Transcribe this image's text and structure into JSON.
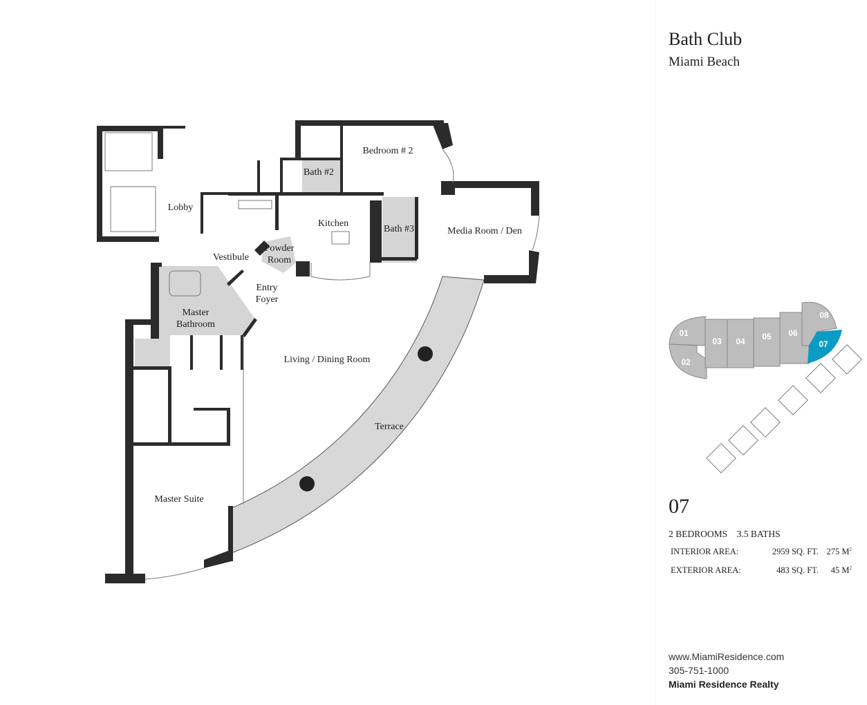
{
  "building": {
    "name": "Bath Club",
    "location": "Miami Beach"
  },
  "rooms": {
    "lobby": "Lobby",
    "bath2": "Bath #2",
    "bedroom2": "Bedroom # 2",
    "kitchen": "Kitchen",
    "bath3": "Bath #3",
    "media": "Media Room / Den",
    "vestibule": "Vestibule",
    "powder1": "Powder",
    "powder2": "Room",
    "entry1": "Entry",
    "entry2": "Foyer",
    "masterbath1": "Master",
    "masterbath2": "Bathroom",
    "living": "Living / Dining Room",
    "terrace": "Terrace",
    "mastersuite": "Master Suite"
  },
  "key_plan": {
    "units": [
      "01",
      "02",
      "03",
      "04",
      "05",
      "06",
      "08",
      "07"
    ],
    "highlighted_unit": "07",
    "highlight_color": "#0a9cc4",
    "unit_color": "#bdbdbd"
  },
  "unit": {
    "number": "07",
    "bedrooms": "2 BEDROOMS",
    "baths": "3.5 BATHS",
    "interior_label": "INTERIOR AREA:",
    "interior_sqft": "2959 SQ. FT.",
    "interior_m2": "275 M",
    "exterior_label": "EXTERIOR AREA:",
    "exterior_sqft": "483 SQ. FT.",
    "exterior_m2": "45 M",
    "m2_sup": "2"
  },
  "footer": {
    "website": "www.MiamiResidence.com",
    "phone": "305-751-1000",
    "company": "Miami Residence Realty"
  }
}
